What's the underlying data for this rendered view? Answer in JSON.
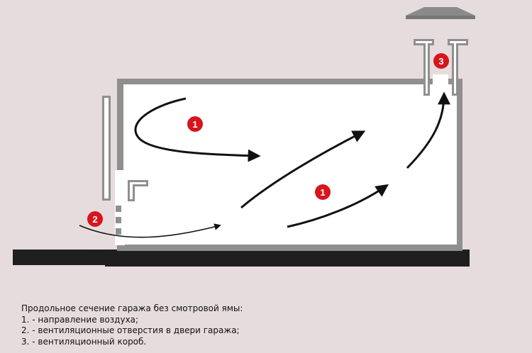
{
  "colors": {
    "background": "#e7dcdd",
    "wall": "#8f8f8f",
    "interior": "#ffffff",
    "ground": "#1f1f1f",
    "arrow": "#111111",
    "marker": "#d7151c",
    "marker_text": "#ffffff",
    "roof_cap": "#8a8a8a"
  },
  "markers": [
    {
      "id": "air-flow-upper",
      "label": "1"
    },
    {
      "id": "air-flow-lower",
      "label": "1"
    },
    {
      "id": "door-openings",
      "label": "2"
    },
    {
      "id": "vent-duct",
      "label": "3"
    }
  ],
  "caption": {
    "title": "Продольное сечение гаража без смотровой ямы:",
    "items": [
      "1. - направление воздуха;",
      "2. - вентиляционные отверстия в двери гаража;",
      "3. - вентиляционный короб."
    ]
  }
}
